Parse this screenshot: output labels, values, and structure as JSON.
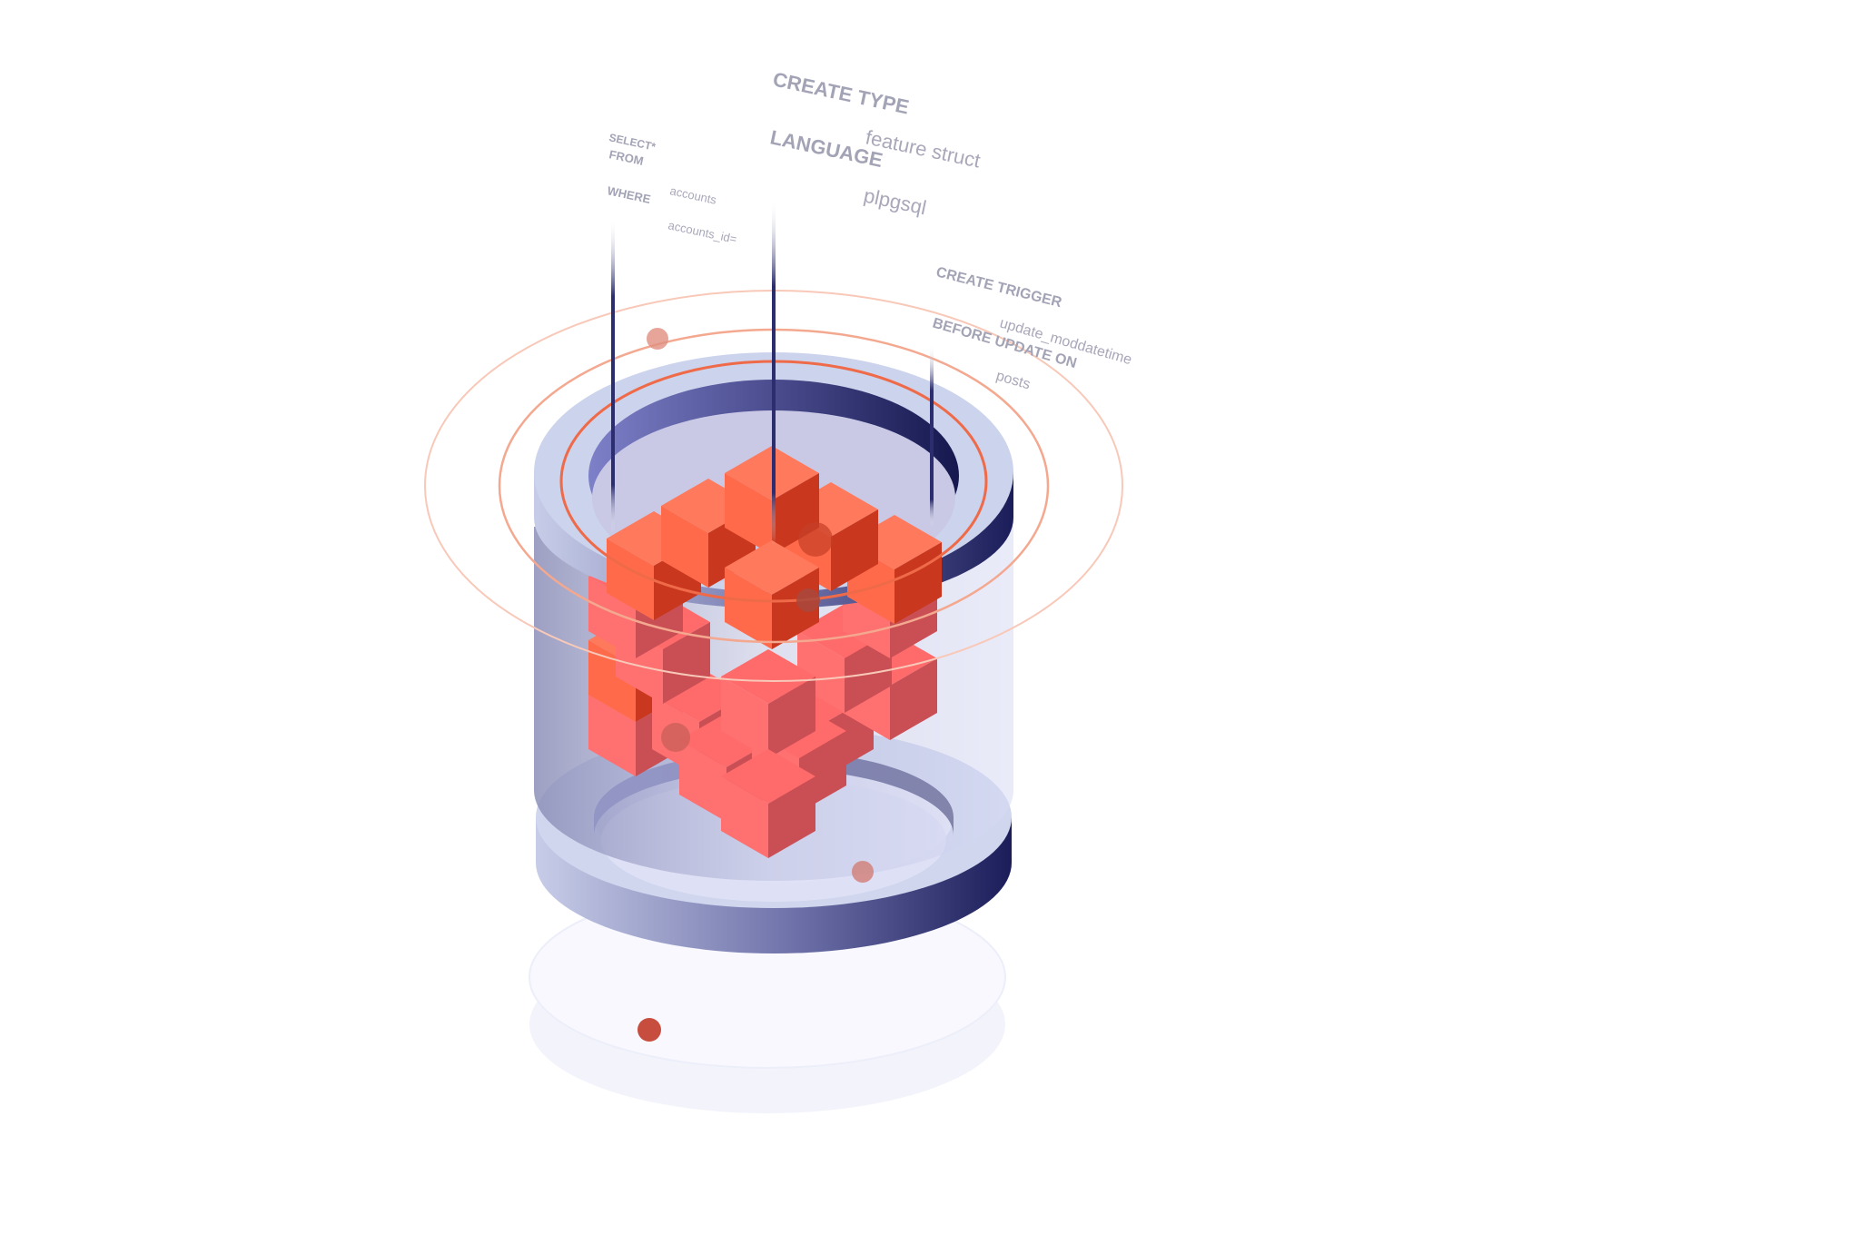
{
  "code_labels": {
    "select": "SELECT*",
    "from": "FROM",
    "where": "WHERE",
    "accounts": "accounts",
    "accounts_id": "accounts_id=",
    "create_type": "CREATE TYPE",
    "language": "LANGUAGE",
    "feature_struct": "feature struct",
    "plpgsql": "plpgsql",
    "create_trigger": "CREATE TRIGGER",
    "update_moddatetime": "update_moddatetime",
    "before_update_on": "BEFORE UPDATE ON",
    "posts": "posts"
  },
  "colors": {
    "accent": "#f06a48",
    "ring_light": "#cdd4ec",
    "ring_dark": "#1f2160",
    "label_gray": "#a8a8ba"
  }
}
